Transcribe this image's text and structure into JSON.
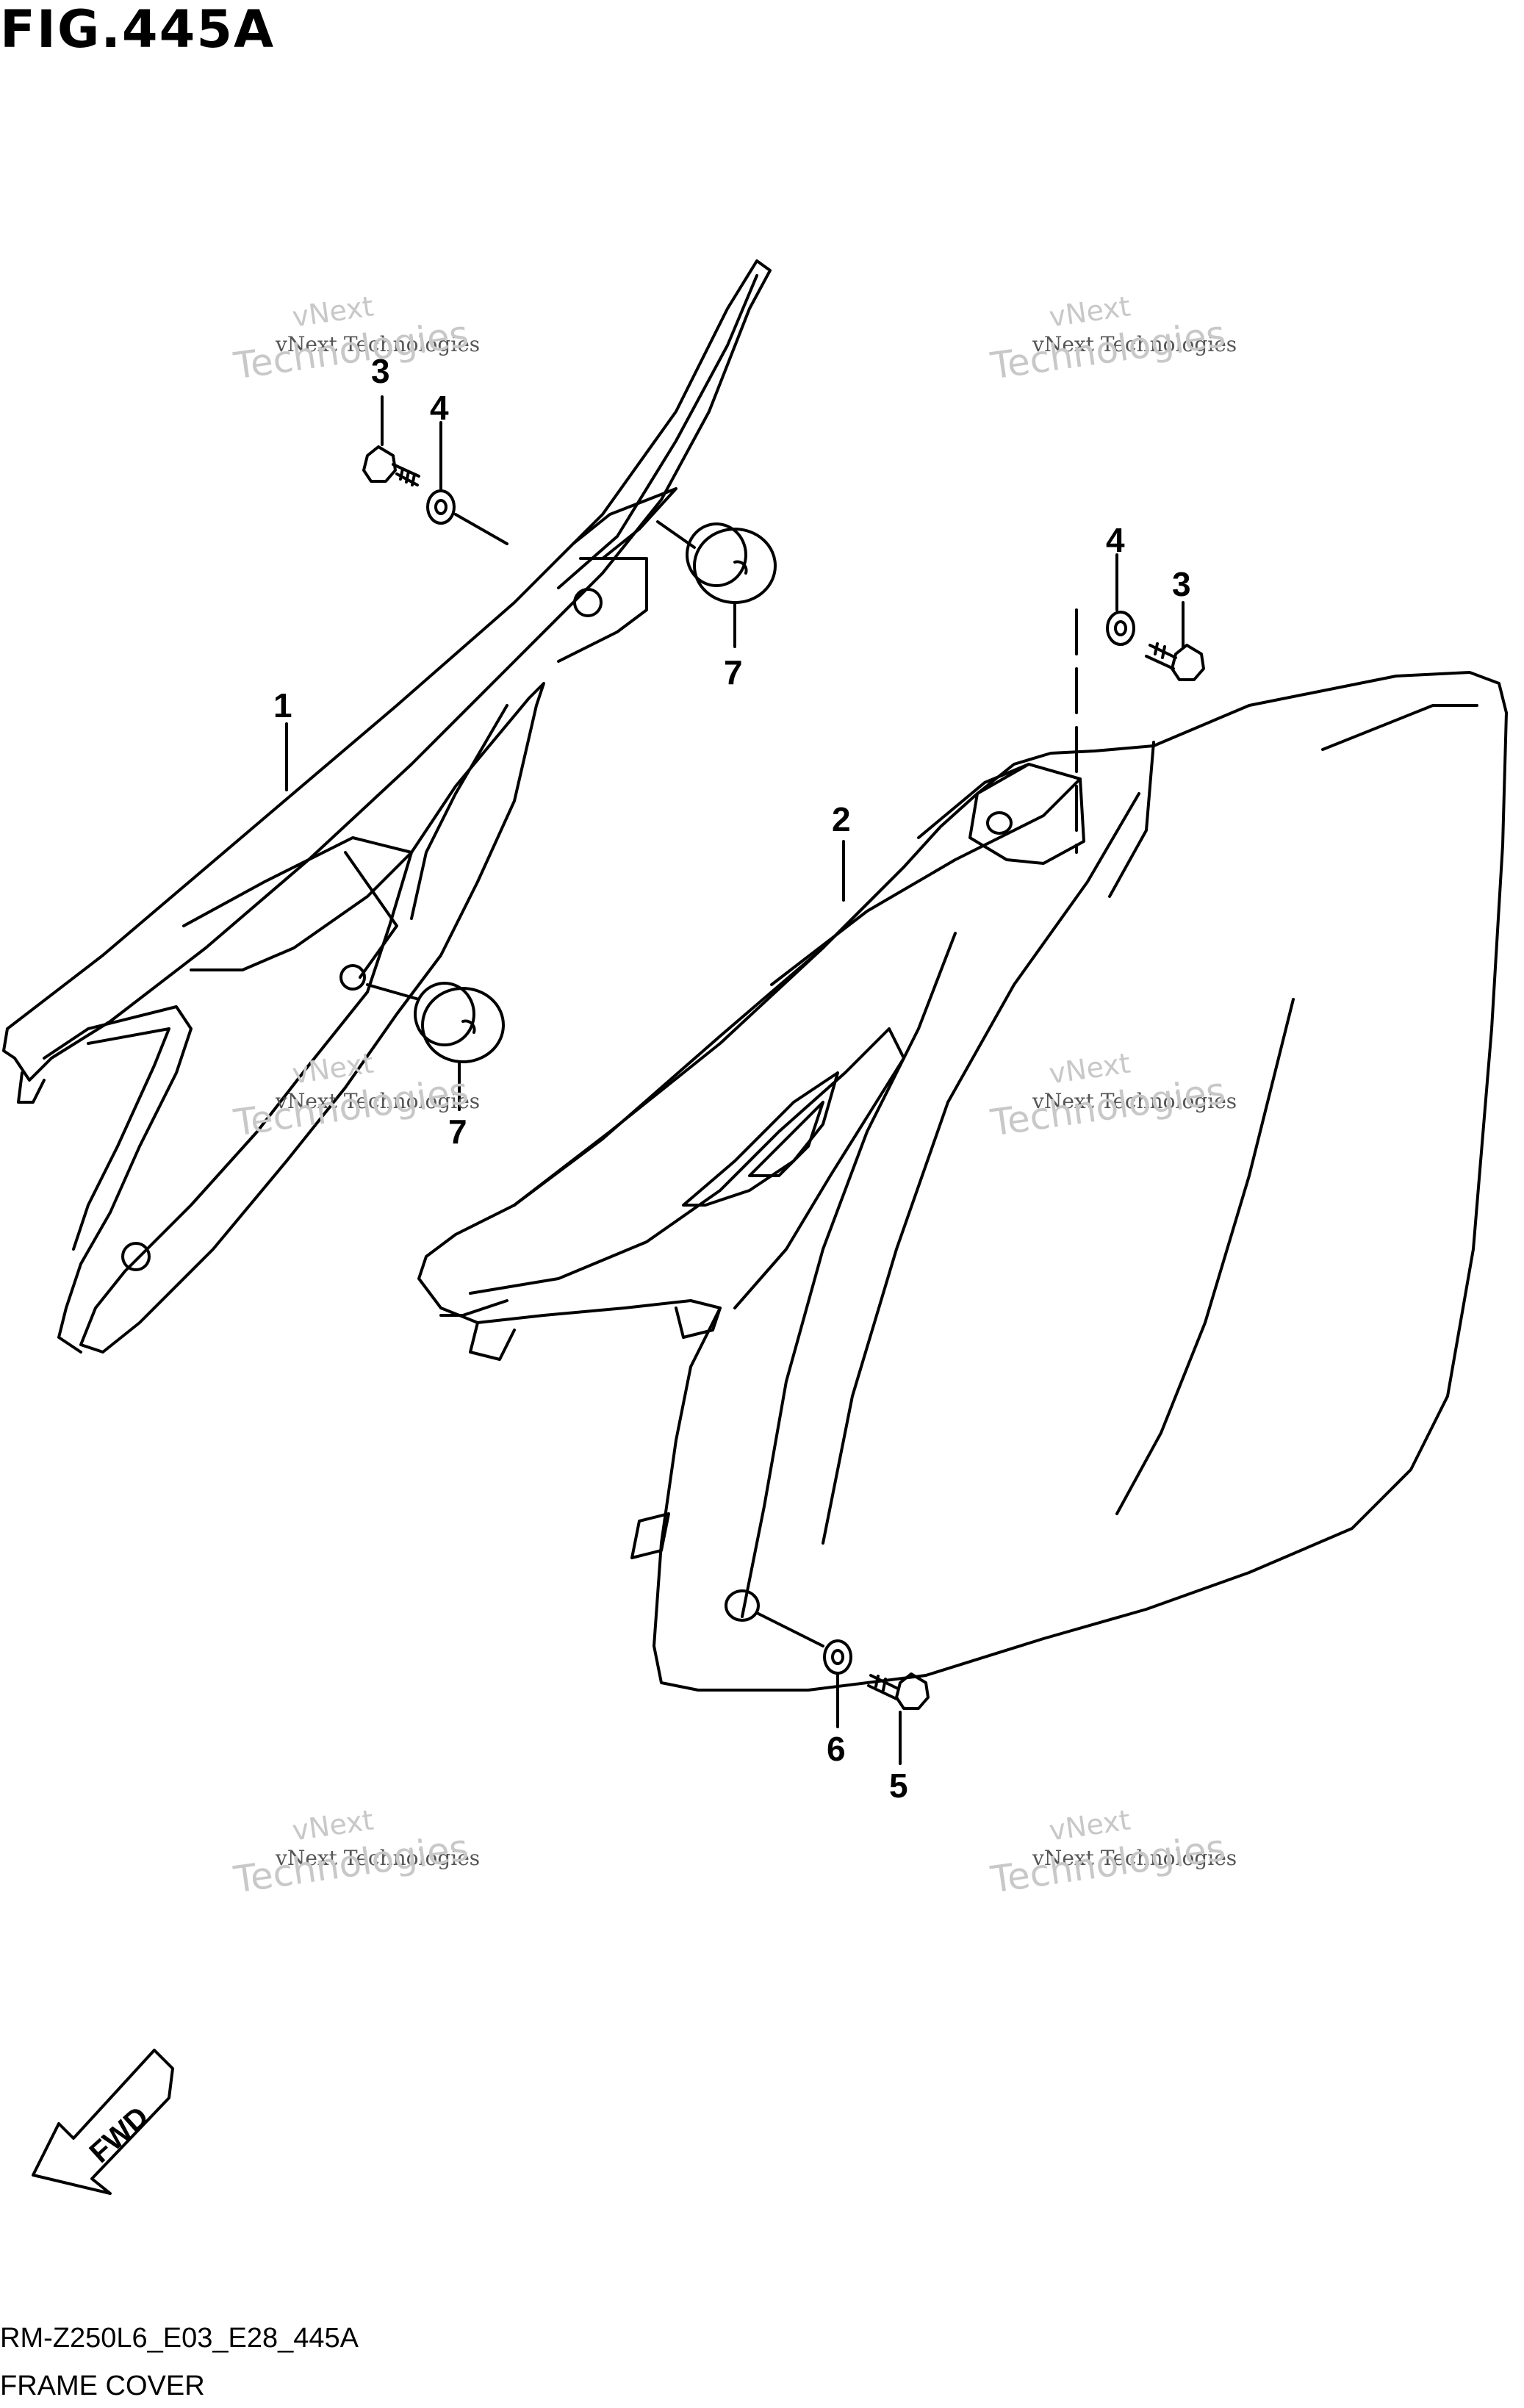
{
  "figure": {
    "title": "FIG.445A"
  },
  "callouts": [
    {
      "id": "c1",
      "label": "1"
    },
    {
      "id": "c2",
      "label": "2"
    },
    {
      "id": "c3a",
      "label": "3"
    },
    {
      "id": "c4a",
      "label": "4"
    },
    {
      "id": "c3b",
      "label": "3"
    },
    {
      "id": "c4b",
      "label": "4"
    },
    {
      "id": "c5",
      "label": "5"
    },
    {
      "id": "c6",
      "label": "6"
    },
    {
      "id": "c7a",
      "label": "7"
    },
    {
      "id": "c7b",
      "label": "7"
    }
  ],
  "watermark": {
    "line1": "vNext",
    "line2": "vNext Technologies",
    "line3": "Technologies"
  },
  "direction_arrow": {
    "label": "FWD"
  },
  "footer": {
    "model_code": "RM-Z250L6_E03_E28_445A",
    "caption": "FRAME COVER"
  }
}
